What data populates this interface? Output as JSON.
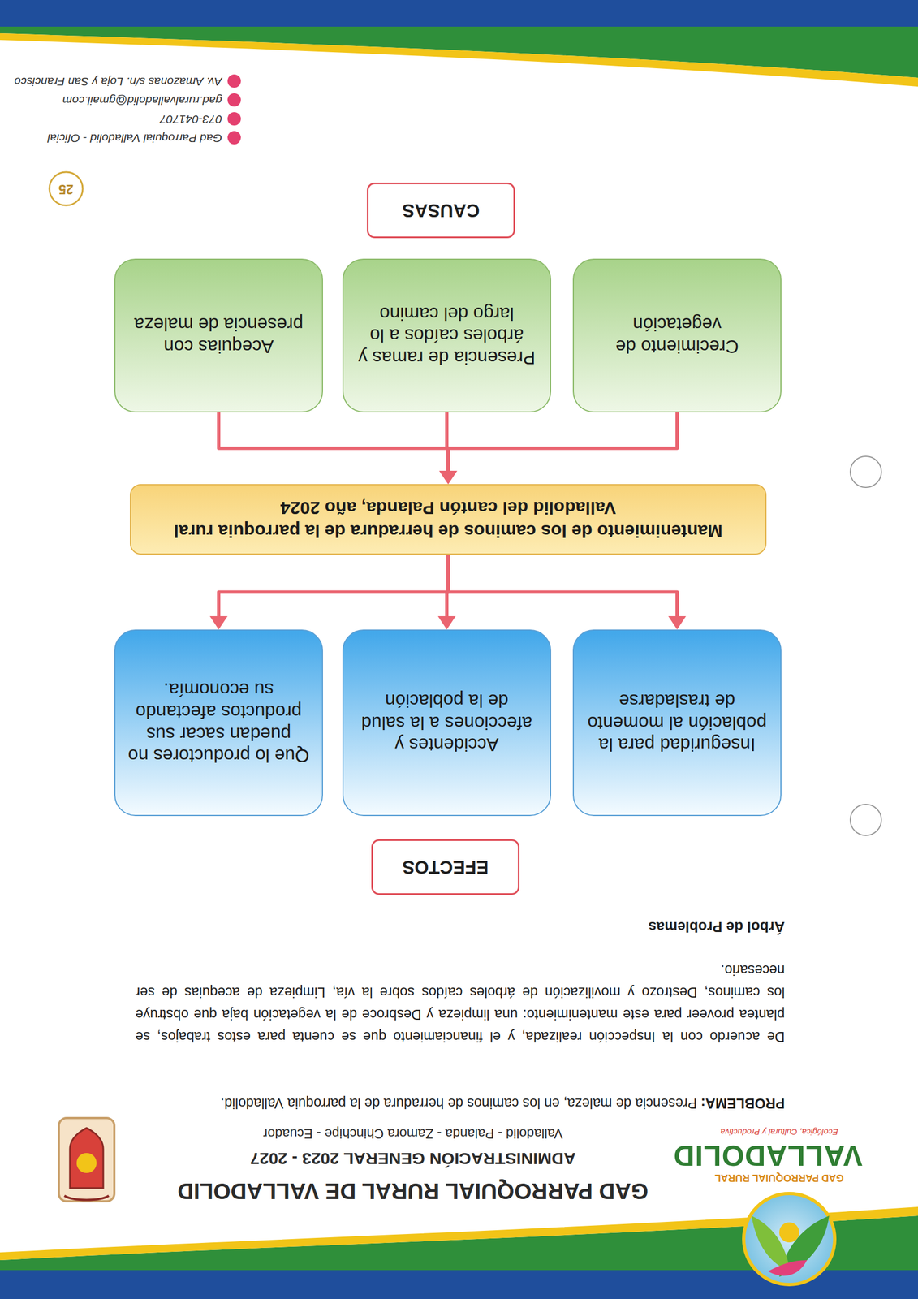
{
  "diagram": {
    "title": "GAD PARROQUIAL RURAL DE VALLADOLID",
    "nodes": [
      {
        "text": [
          "EFECTOS"
        ]
      },
      {
        "text": [
          "Inseguridad para la población al momento de trasladarse"
        ]
      },
      {
        "text": [
          "Accidentes y afecciones a la salud de la población"
        ]
      },
      {
        "text": [
          "Que lo productores no puedan sacar sus productos afectando su economía."
        ]
      },
      {
        "text": [
          "Mantenimiento de los caminos de herradura de la parroquia rural Valladolid del cantón Palanda, año 2024"
        ]
      },
      {
        "text": [
          "Crecimiento de vegetación"
        ]
      },
      {
        "text": [
          "Presencia de ramas y árboles caídos a lo largo del camino"
        ]
      },
      {
        "text": [
          "Acequias con presencia de maleza"
        ]
      },
      {
        "text": [
          "CAUSAS"
        ]
      }
    ],
    "edges": [
      {
        "from": 4,
        "to": 1,
        "arrow": "to"
      },
      {
        "from": 4,
        "to": 2,
        "arrow": "to"
      },
      {
        "from": 4,
        "to": 3,
        "arrow": "to"
      },
      {
        "from": 5,
        "to": 4,
        "arrow": "to"
      },
      {
        "from": 6,
        "to": 4,
        "arrow": "to"
      },
      {
        "from": 7,
        "to": 4,
        "arrow": "to"
      }
    ],
    "labels": [
      "GAD PARROQUIAL RURAL",
      "VALLADOLID",
      "Ecológica, Cultural y Productiva",
      "ADMINISTRACIÓN GENERAL 2023 - 2027",
      "Valladolid - Palanda - Zamora Chinchipe - Ecuador",
      "PROBLEMA:",
      "Presencia de maleza, en los caminos de herradura de la parroquia Valladolid.",
      "De acuerdo con la Inspección realizada, y el financiamiento que se cuenta para estos trabajos, se plantea proveer para este mantenimiento: una limpieza y Desbroce de la vegetación baja que obstruye los caminos, Destrozo y movilización de árboles caídos sobre la vía, Limpieza de acequias de ser necesario.",
      "Árbol de Problemas",
      "25",
      "Gad Parroquial Valladolid - Oficial",
      "073-041707",
      "gad.ruralvalladolid@gmail.com",
      "Av. Amazonas s/n. Loja y San Francisco"
    ]
  }
}
